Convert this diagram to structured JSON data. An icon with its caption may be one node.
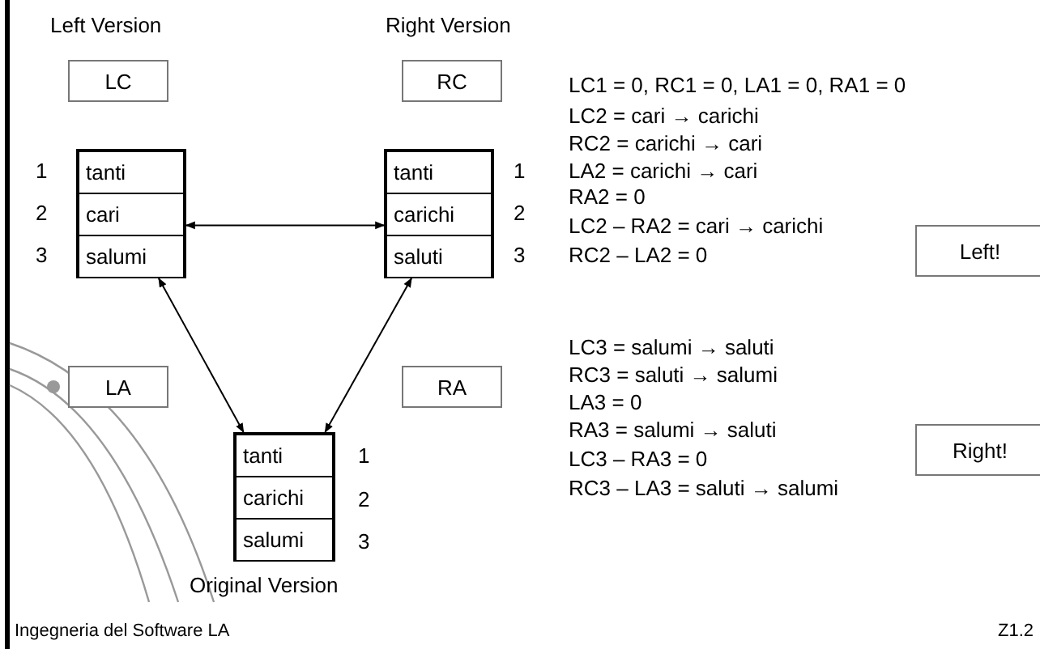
{
  "diagram": {
    "nodes": [
      {
        "text": [
          "LC"
        ],
        "beside": [
          "Left Version"
        ]
      },
      {
        "text": [
          "RC"
        ],
        "beside": [
          "Right Version"
        ]
      },
      {
        "text": [
          "tanti",
          "cari",
          "salumi"
        ]
      },
      {
        "text": [
          "tanti",
          "carichi",
          "saluti"
        ]
      },
      {
        "text": [
          "Left!"
        ]
      },
      {
        "text": [
          "LA"
        ]
      },
      {
        "text": [
          "RA"
        ]
      },
      {
        "text": [
          "tanti",
          "carichi",
          "salumi"
        ],
        "beside": [
          "Original Version"
        ]
      },
      {
        "text": [
          "Right!"
        ]
      }
    ],
    "edges": [
      {
        "from": 2,
        "to": 3,
        "arrow": "both"
      },
      {
        "from": 7,
        "to": 2,
        "arrow": "both"
      },
      {
        "from": 7,
        "to": 3,
        "arrow": "both"
      }
    ],
    "labels": [
      "LC1 = 0, RC1 = 0, LA1 = 0, RA1 = 0",
      "LC2 = cari → carichi",
      "RC2 = carichi → cari",
      "1",
      "1",
      "LA2 = carichi → cari",
      "RA2 = 0",
      "2",
      "2",
      "LC2 – RA2 = cari → carichi",
      "3",
      "3",
      "RC2 – LA2 = 0",
      "LC3 = salumi → saluti",
      "RC3 = saluti → salumi",
      "LA3 = 0",
      "RA3 = salumi → saluti",
      "1",
      "LC3 – RA3 = 0",
      "RC3 – LA3 = saluti → salumi",
      "2",
      "3",
      "Ingegneria del Software LA",
      "Z1.2"
    ]
  }
}
